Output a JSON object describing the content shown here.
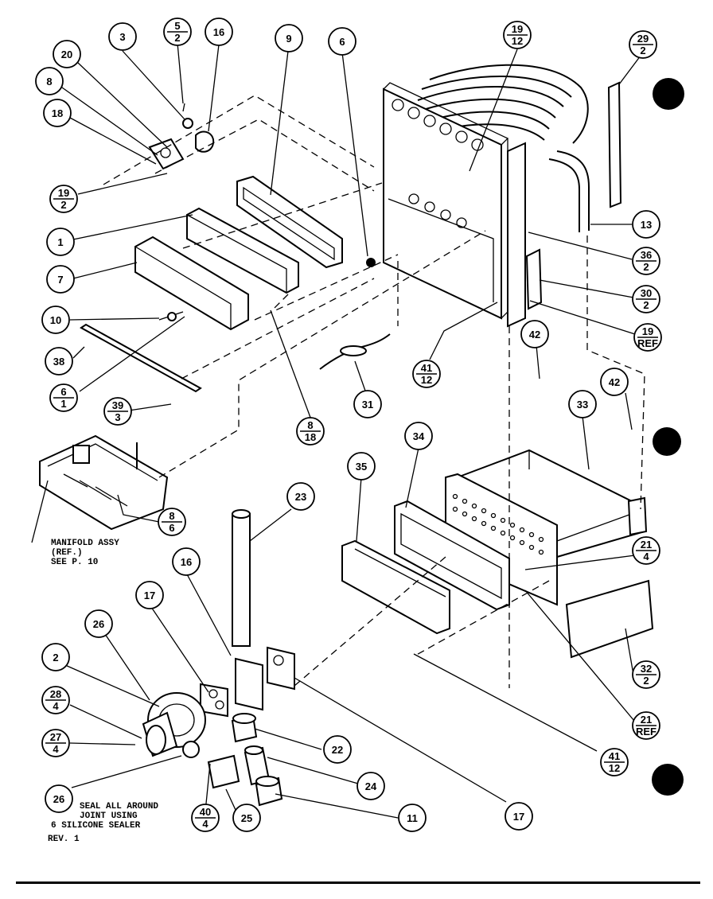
{
  "callouts": [
    {
      "id": "c-3",
      "top": "3"
    },
    {
      "id": "c-5-2",
      "top": "5",
      "bottom": "2"
    },
    {
      "id": "c-16a",
      "top": "16"
    },
    {
      "id": "c-9",
      "top": "9"
    },
    {
      "id": "c-6",
      "top": "6"
    },
    {
      "id": "c-19-12",
      "top": "19",
      "bottom": "12"
    },
    {
      "id": "c-29-2",
      "top": "29",
      "bottom": "2"
    },
    {
      "id": "c-20",
      "top": "20"
    },
    {
      "id": "c-8",
      "top": "8"
    },
    {
      "id": "c-18",
      "top": "18"
    },
    {
      "id": "c-19-2",
      "top": "19",
      "bottom": "2"
    },
    {
      "id": "c-1",
      "top": "1"
    },
    {
      "id": "c-7",
      "top": "7"
    },
    {
      "id": "c-10",
      "top": "10"
    },
    {
      "id": "c-38",
      "top": "38"
    },
    {
      "id": "c-6-1",
      "top": "6",
      "bottom": "1"
    },
    {
      "id": "c-39-3",
      "top": "39",
      "bottom": "3"
    },
    {
      "id": "c-13",
      "top": "13"
    },
    {
      "id": "c-36-2",
      "top": "36",
      "bottom": "2"
    },
    {
      "id": "c-30-2",
      "top": "30",
      "bottom": "2"
    },
    {
      "id": "c-19-ref",
      "top": "19",
      "bottom": "REF"
    },
    {
      "id": "c-41-12a",
      "top": "41",
      "bottom": "12"
    },
    {
      "id": "c-42a",
      "top": "42"
    },
    {
      "id": "c-42b",
      "top": "42"
    },
    {
      "id": "c-31",
      "top": "31"
    },
    {
      "id": "c-8-18",
      "top": "8",
      "bottom": "18"
    },
    {
      "id": "c-34",
      "top": "34"
    },
    {
      "id": "c-35",
      "top": "35"
    },
    {
      "id": "c-33",
      "top": "33"
    },
    {
      "id": "c-8-6",
      "top": "8",
      "bottom": "6"
    },
    {
      "id": "c-23",
      "top": "23"
    },
    {
      "id": "c-21-4",
      "top": "21",
      "bottom": "4"
    },
    {
      "id": "c-16b",
      "top": "16"
    },
    {
      "id": "c-17a",
      "top": "17"
    },
    {
      "id": "c-26a",
      "top": "26"
    },
    {
      "id": "c-2",
      "top": "2"
    },
    {
      "id": "c-32-2",
      "top": "32",
      "bottom": "2"
    },
    {
      "id": "c-28-4",
      "top": "28",
      "bottom": "4"
    },
    {
      "id": "c-27-4",
      "top": "27",
      "bottom": "4"
    },
    {
      "id": "c-21-ref",
      "top": "21",
      "bottom": "REF"
    },
    {
      "id": "c-22",
      "top": "22"
    },
    {
      "id": "c-41-12b",
      "top": "41",
      "bottom": "12"
    },
    {
      "id": "c-24",
      "top": "24"
    },
    {
      "id": "c-26b",
      "top": "26"
    },
    {
      "id": "c-40-4",
      "top": "40",
      "bottom": "4"
    },
    {
      "id": "c-25",
      "top": "25"
    },
    {
      "id": "c-11",
      "top": "11"
    },
    {
      "id": "c-17b",
      "top": "17"
    }
  ],
  "notes": {
    "manifold": [
      "MANIFOLD ASSY",
      "(REF.)",
      "SEE P. 10"
    ],
    "seal": [
      "SEAL ALL AROUND",
      "JOINT USING",
      "6  SILICONE SEALER"
    ],
    "rev": "REV. 1"
  }
}
